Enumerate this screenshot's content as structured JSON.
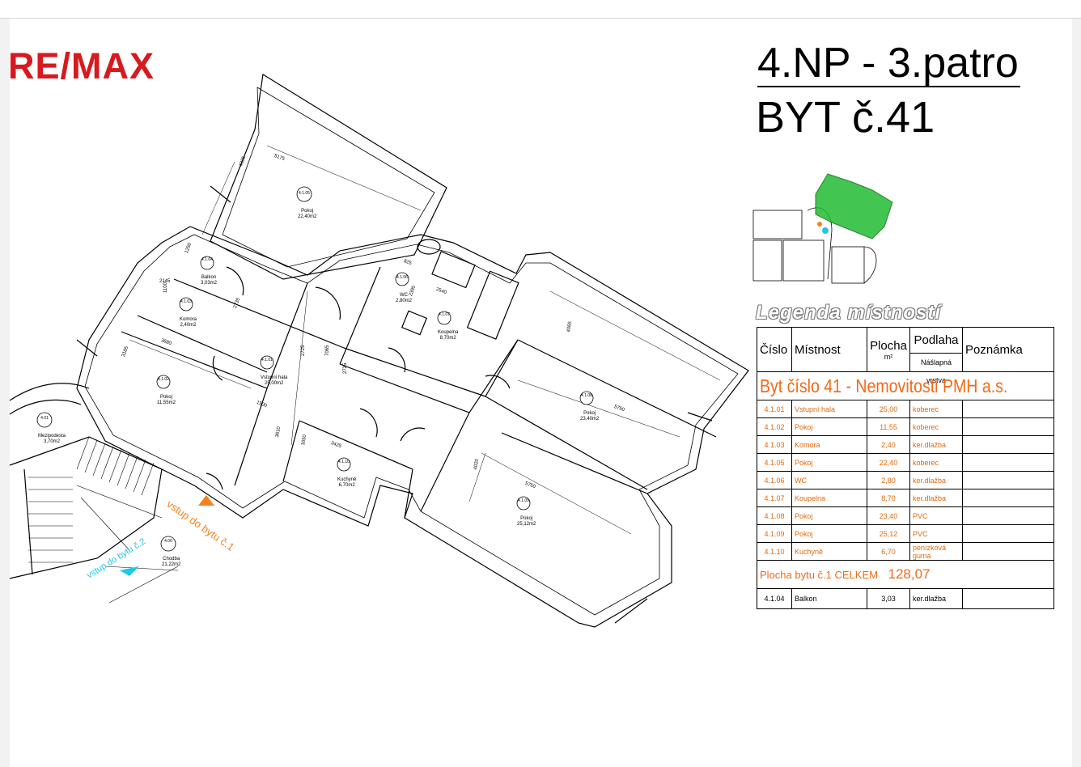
{
  "brand": {
    "logo_text": "RE/MAX"
  },
  "heading": {
    "floor": "4.NP - 3.patro",
    "unit": "BYT č.41"
  },
  "legend": {
    "title": "Legenda místností",
    "columns": [
      "Číslo",
      "Místnost",
      "Plocha",
      "m²",
      "Podlaha",
      "Nášlapná vrstva",
      "Poznámka"
    ],
    "subtitle": "Byt číslo 41 - Nemovitosti PMH a.s.",
    "rooms": [
      {
        "no": "4.1.01",
        "name": "Vstupní hala",
        "area": "25,00",
        "floor": "koberec"
      },
      {
        "no": "4.1.02",
        "name": "Pokoj",
        "area": "11,55",
        "floor": "koberec"
      },
      {
        "no": "4.1.03",
        "name": "Komora",
        "area": "2,40",
        "floor": "ker.dlažba"
      },
      {
        "no": "4.1.05",
        "name": "Pokoj",
        "area": "22,40",
        "floor": "koberec"
      },
      {
        "no": "4.1.06",
        "name": "WC",
        "area": "2,80",
        "floor": "ker.dlažba"
      },
      {
        "no": "4.1.07",
        "name": "Koupelna",
        "area": "8,70",
        "floor": "ker.dlažba"
      },
      {
        "no": "4.1.08",
        "name": "Pokoj",
        "area": "23,40",
        "floor": "PVC"
      },
      {
        "no": "4.1.09",
        "name": "Pokoj",
        "area": "25,12",
        "floor": "PVC"
      },
      {
        "no": "4.1.10",
        "name": "Kuchyně",
        "area": "6,70",
        "floor": "penízková guma"
      }
    ],
    "total_label": "Plocha bytu č.1 CELKEM",
    "total_value": "128,07",
    "balcony": {
      "no": "4.1.04",
      "name": "Balkon",
      "area": "3,03",
      "floor": "ker.dlažba"
    }
  },
  "plan": {
    "room_labels": [
      {
        "no": "4.1.05",
        "name": "Pokoj",
        "area": "22,40m2"
      },
      {
        "no": "4.1.04",
        "name": "Balkon",
        "area": "3,03m2"
      },
      {
        "no": "4.1.03",
        "name": "Komora",
        "area": "2,40m2"
      },
      {
        "no": "4.1.06",
        "name": "WC",
        "area": "2,80m2"
      },
      {
        "no": "4.1.07",
        "name": "Koupelna",
        "area": "8,70m2"
      },
      {
        "no": "4.1.01",
        "name": "Vstupní hala",
        "area": "25,00m2"
      },
      {
        "no": "4.1.02",
        "name": "Pokoj",
        "area": "11,55m2"
      },
      {
        "no": "4.1.08",
        "name": "Pokoj",
        "area": "23,40m2"
      },
      {
        "no": "4.1.10",
        "name": "Kuchyně",
        "area": "6,70m2"
      },
      {
        "no": "4.1.09",
        "name": "Pokoj",
        "area": "25,12m2"
      },
      {
        "no": "4.01",
        "name": "Mezipodesta",
        "area": "3,70m2"
      },
      {
        "no": "4.00",
        "name": "Chodba",
        "area": "21,22m2"
      }
    ],
    "dimensions": [
      "5175",
      "4325",
      "1250",
      "2145",
      "1100",
      "2735",
      "3680",
      "3185",
      "825",
      "2540",
      "2395",
      "2725",
      "7065",
      "2725",
      "1500",
      "3610",
      "1650",
      "3425",
      "4065",
      "5750",
      "4020",
      "5750"
    ],
    "entry_1": "vstup do bytu č.1",
    "entry_2": "vstup do bytu č.2"
  }
}
